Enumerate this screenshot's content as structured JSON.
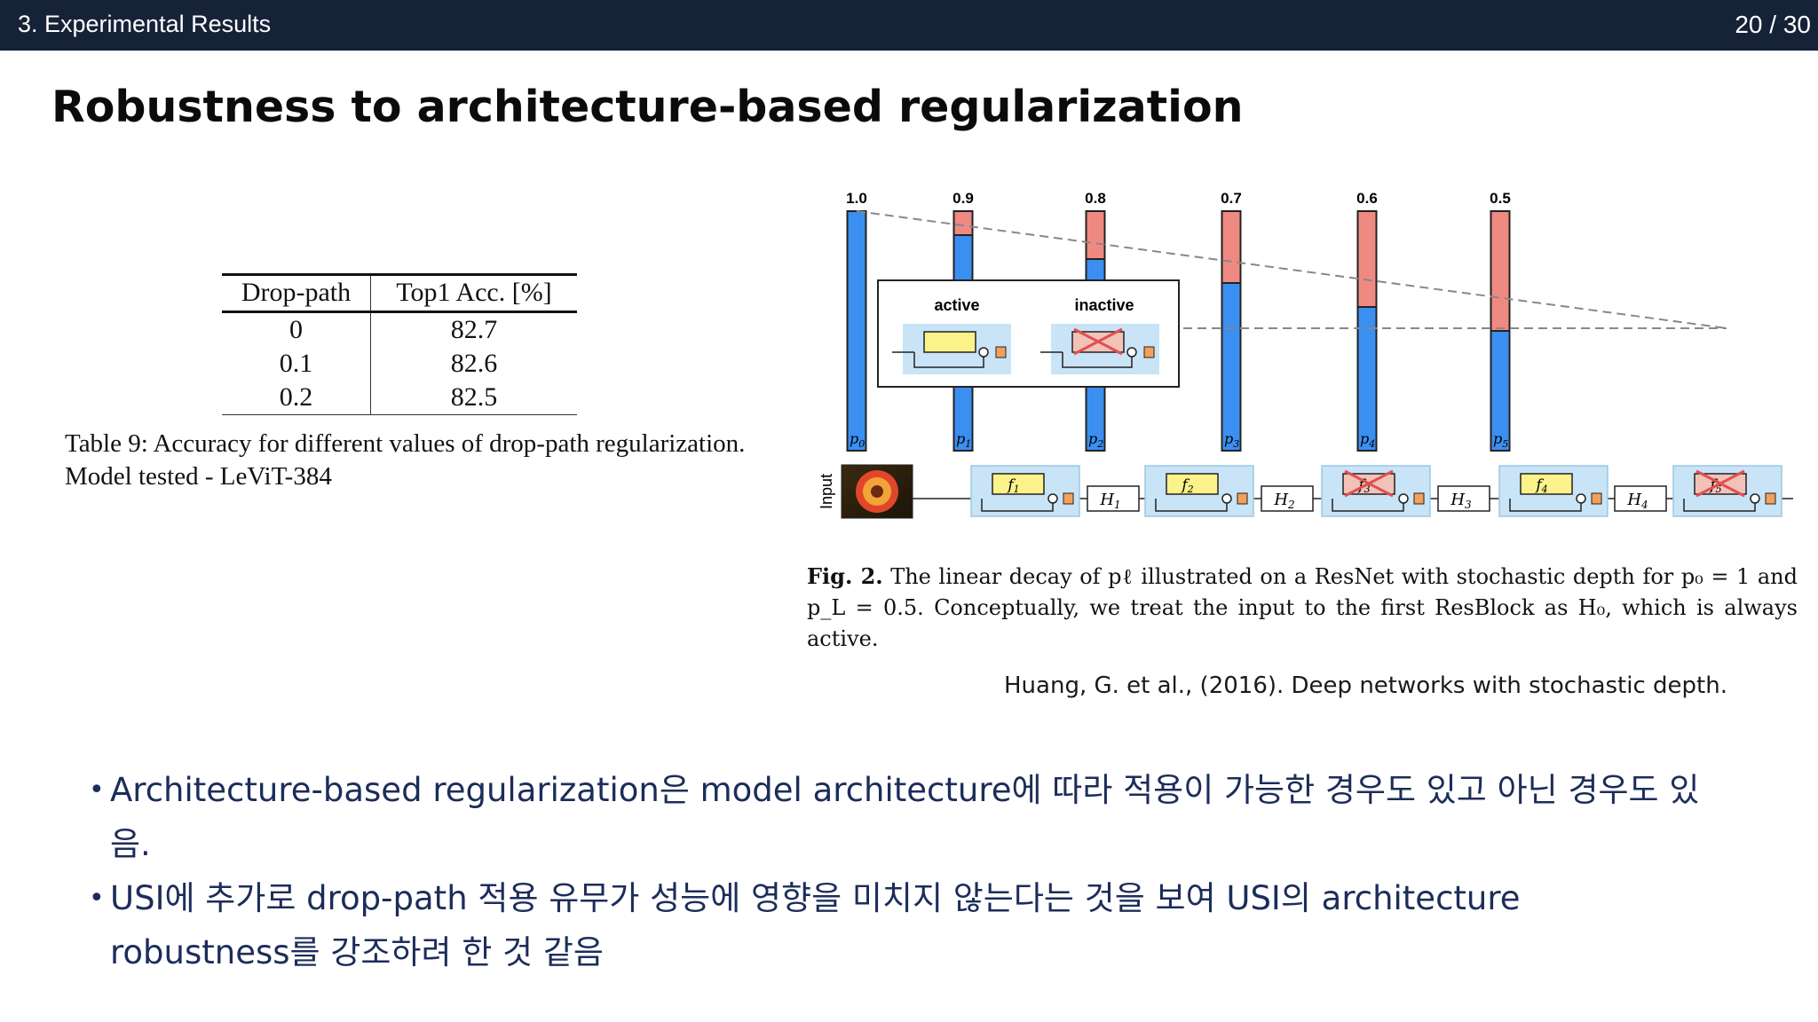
{
  "header": {
    "section": "3. Experimental Results",
    "page": "20 / 30"
  },
  "title": "Robustness to architecture-based regularization",
  "table": {
    "columns": [
      "Drop-path",
      "Top1 Acc. [%]"
    ],
    "rows": [
      [
        "0",
        "82.7"
      ],
      [
        "0.1",
        "82.6"
      ],
      [
        "0.2",
        "82.5"
      ]
    ],
    "caption": "Table 9: Accuracy for different values of drop-path regularization. Model tested - LeViT-384"
  },
  "figure": {
    "survival_probs": [
      "1.0",
      "0.9",
      "0.8",
      "0.7",
      "0.6",
      "0.5"
    ],
    "survival_values": [
      1.0,
      0.9,
      0.8,
      0.7,
      0.6,
      0.5
    ],
    "bar_labels": [
      "p0",
      "p1",
      "p2",
      "p3",
      "p4",
      "p5"
    ],
    "legend": {
      "active": "active",
      "inactive": "inactive"
    },
    "input_label": "Input",
    "blocks": [
      "f1",
      "f2",
      "f3",
      "f4",
      "f5"
    ],
    "blocks_inactive": [
      false,
      false,
      true,
      false,
      true
    ],
    "hidden": [
      "H1",
      "H2",
      "H3",
      "H4"
    ],
    "colors": {
      "survive": "#3b8ff0",
      "drop": "#ef8a82",
      "block_bg": "#c8e4f6",
      "func": "#fbf28a",
      "merge": "#f3a05a"
    },
    "caption_label": "Fig. 2.",
    "caption_text": "The linear decay of pℓ illustrated on a ResNet with stochastic depth for p₀ = 1 and p_L = 0.5. Conceptually, we treat the input to the first ResBlock as H₀, which is always active."
  },
  "citation": "Huang, G. et al., (2016). Deep networks with stochastic depth.",
  "bullets": [
    "Architecture-based regularization은 model architecture에 따라 적용이 가능한 경우도 있고 아닌 경우도 있음.",
    "USI에 추가로 drop-path 적용 유무가 성능에 영향을 미치지 않는다는 것을 보여 USI의 architecture robustness를 강조하려 한 것 같음"
  ]
}
